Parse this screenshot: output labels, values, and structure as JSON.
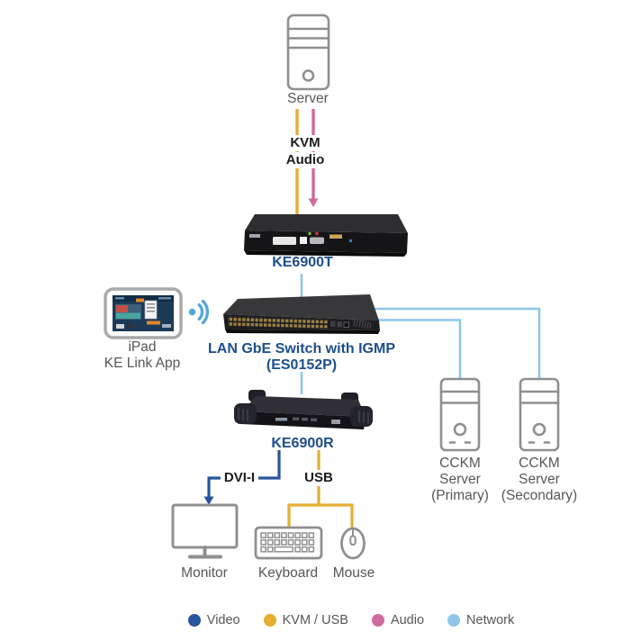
{
  "nodes": {
    "server": {
      "label": "Server"
    },
    "ke6900t": {
      "label": "KE6900T"
    },
    "ipad": {
      "label_line1": "iPad",
      "label_line2": "KE Link App"
    },
    "switch": {
      "label_line1": "LAN GbE Switch with IGMP",
      "label_line2": "(ES0152P)"
    },
    "ke6900r": {
      "label": "KE6900R"
    },
    "cckm_primary": {
      "line1": "CCKM",
      "line2": "Server",
      "line3": "(Primary)"
    },
    "cckm_secondary": {
      "line1": "CCKM",
      "line2": "Server",
      "line3": "(Secondary)"
    },
    "monitor": {
      "label": "Monitor"
    },
    "keyboard": {
      "label": "Keyboard"
    },
    "mouse": {
      "label": "Mouse"
    }
  },
  "cables": {
    "kvm": "KVM",
    "audio": "Audio",
    "dvi": "DVI-I",
    "usb": "USB"
  },
  "legend": {
    "items": [
      {
        "label": "Video",
        "color": "#2a549c"
      },
      {
        "label": "KVM / USB",
        "color": "#e5ae33"
      },
      {
        "label": "Audio",
        "color": "#cf6b9e"
      },
      {
        "label": "Network",
        "color": "#8ec6e9"
      }
    ]
  },
  "colors": {
    "video": "#2a549c",
    "kvm": "#e5ae33",
    "audio": "#cf6b9e",
    "network": "#8ec6e9",
    "wifi": "#57a7dc",
    "device_label": "#1d4e8b",
    "text": "#575757",
    "icon_stroke": "#8f8f8f"
  }
}
